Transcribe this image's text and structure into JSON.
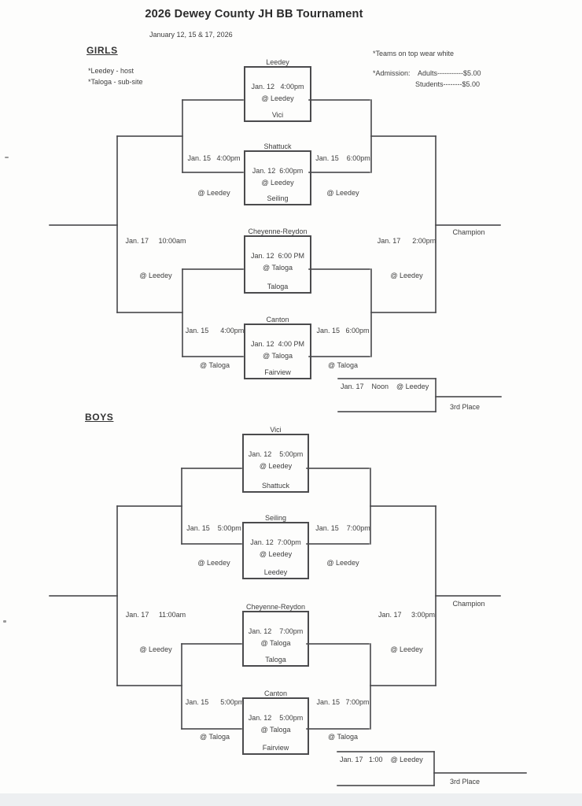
{
  "page": {
    "title": "2026 Dewey County JH BB Tournament",
    "date_line": "January 12, 15 & 17, 2026"
  },
  "notes": {
    "host": "*Leedey - host",
    "subsite": "*Taloga - sub-site",
    "teams_white": "*Teams on top wear white",
    "admission": "*Admission:    Adults-----------$5.00",
    "students": "Students--------$5.00"
  },
  "girls": {
    "label": "GIRLS",
    "g1": {
      "top": "Leedey",
      "when": "Jan. 12   4:00pm",
      "where": "@ Leedey",
      "bottom": "Vici"
    },
    "g2": {
      "top": "Shattuck",
      "when": "Jan. 12  6:00pm",
      "where": "@ Leedey",
      "bottom": "Seiling"
    },
    "g3": {
      "top": "Cheyenne-Reydon",
      "when": "Jan. 12  6:00 PM",
      "where": "@ Taloga",
      "bottom": "Taloga"
    },
    "g4": {
      "top": "Canton",
      "when": "Jan. 12  4:00 PM",
      "where": "@ Taloga",
      "bottom": "Fairview"
    },
    "semi_tl": {
      "when": "Jan. 15   4:00pm",
      "where": "@ Leedey"
    },
    "semi_tr": {
      "when": "Jan. 15    6:00pm",
      "where": "@ Leedey"
    },
    "semi_bl": {
      "when": "Jan. 15      4:00pm",
      "where": "@ Taloga"
    },
    "semi_br": {
      "when": "Jan. 15   6:00pm",
      "where": "@ Taloga"
    },
    "final_l": {
      "when": "Jan. 17     10:00am",
      "where": "@ Leedey"
    },
    "final_r": {
      "when": "Jan. 17      2:00pm",
      "where": "@ Leedey"
    },
    "champion": "Champion",
    "third": {
      "line": "Jan. 17    Noon    @ Leedey",
      "label": "3rd Place"
    }
  },
  "boys": {
    "label": "BOYS",
    "g1": {
      "top": "Vici",
      "when": "Jan. 12    5:00pm",
      "where": "@ Leedey",
      "bottom": "Shattuck"
    },
    "g2": {
      "top": "Seiling",
      "when": "Jan. 12  7:00pm",
      "where": "@ Leedey",
      "bottom": "Leedey"
    },
    "g3": {
      "top": "Cheyenne-Reydon",
      "when": "Jan. 12    7:00pm",
      "where": "@ Taloga",
      "bottom": "Taloga"
    },
    "g4": {
      "top": "Canton",
      "when": "Jan. 12    5:00pm",
      "where": "@ Taloga",
      "bottom": "Fairview"
    },
    "semi_tl": {
      "when": "Jan. 15    5:00pm",
      "where": "@ Leedey"
    },
    "semi_tr": {
      "when": "Jan. 15    7:00pm",
      "where": "@ Leedey"
    },
    "semi_bl": {
      "when": "Jan. 15      5:00pm",
      "where": "@ Taloga"
    },
    "semi_br": {
      "when": "Jan. 15   7:00pm",
      "where": "@ Taloga"
    },
    "final_l": {
      "when": "Jan. 17     11:00am",
      "where": "@ Leedey"
    },
    "final_r": {
      "when": "Jan. 17     3:00pm",
      "where": "@ Leedey"
    },
    "champion": "Champion",
    "third": {
      "line": "Jan. 17   1:00    @ Leedey",
      "label": "3rd Place"
    }
  }
}
